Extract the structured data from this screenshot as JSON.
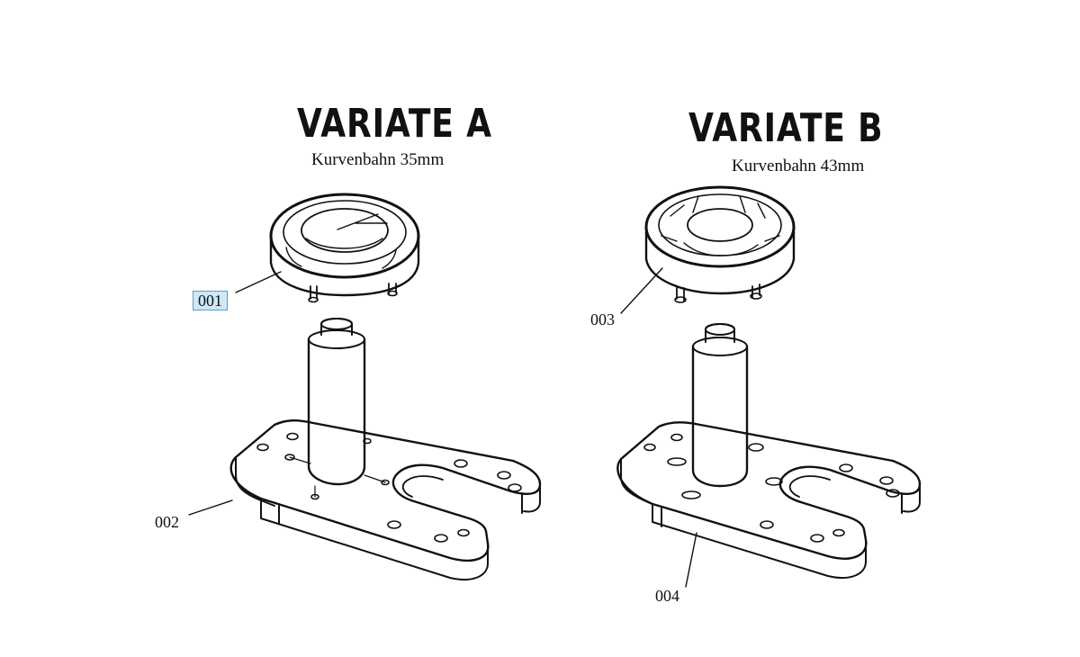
{
  "variant_a": {
    "title": "VARIATE  A",
    "subtitle": "Kurvenbahn 35mm",
    "part_ring": "001",
    "part_base": "002"
  },
  "variant_b": {
    "title": "VARIATE  B",
    "subtitle": "Kurvenbahn 43mm",
    "part_ring": "003",
    "part_base": "004"
  },
  "colors": {
    "line": "#111111",
    "highlight_fill": "#cfe8f6",
    "highlight_border": "#5a9ccc"
  }
}
